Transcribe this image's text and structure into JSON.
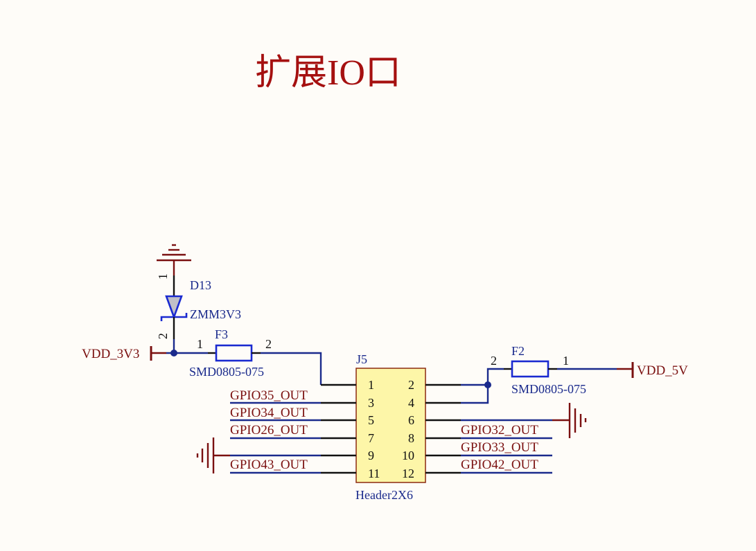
{
  "title": "扩展IO口",
  "colors": {
    "background": "#fefcf8",
    "title": "#a51010",
    "net_label": "#7a1010",
    "wire": "#1a2a8c",
    "component": "#1a2ad0",
    "header_fill": "#fdf6a8",
    "header_border": "#8b2a10"
  },
  "power_ports": {
    "vdd_3v3": "VDD_3V3",
    "vdd_5v": "VDD_5V"
  },
  "d13": {
    "designator": "D13",
    "value": "ZMM3V3",
    "pin1": "1",
    "pin2": "2"
  },
  "f3": {
    "designator": "F3",
    "value": "SMD0805-075",
    "pin1": "1",
    "pin2": "2"
  },
  "f2": {
    "designator": "F2",
    "value": "SMD0805-075",
    "pin1": "1",
    "pin2": "2"
  },
  "j5": {
    "designator": "J5",
    "value": "Header2X6",
    "left_pins": [
      "1",
      "3",
      "5",
      "7",
      "9",
      "11"
    ],
    "right_pins": [
      "2",
      "4",
      "6",
      "8",
      "10",
      "12"
    ]
  },
  "net_labels": {
    "left": [
      "GPIO35_OUT",
      "GPIO34_OUT",
      "GPIO26_OUT",
      "GPIO43_OUT"
    ],
    "right": [
      "GPIO32_OUT",
      "GPIO33_OUT",
      "GPIO42_OUT"
    ]
  }
}
